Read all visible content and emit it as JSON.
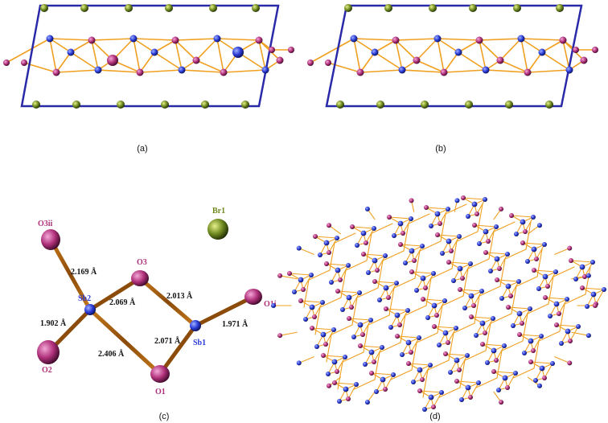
{
  "panels": [
    {
      "id": "a",
      "label": "(a)"
    },
    {
      "id": "b",
      "label": "(b)"
    },
    {
      "id": "c",
      "label": "(c)"
    },
    {
      "id": "d",
      "label": "(d)"
    }
  ],
  "atoms": {
    "br1": "Br1",
    "o3ii": "O3ii",
    "o3": "O3",
    "sb2": "Sb2",
    "sb1": "Sb1",
    "o1i": "O1i",
    "o2": "O2",
    "o1": "O1"
  },
  "distances": {
    "o3ii_sb2": "2.169 Å",
    "sb2_o3": "2.069 Å",
    "o3_sb1": "2.013 Å",
    "sb2_o2": "1.902 Å",
    "sb1_o1i": "1.971 Å",
    "sb1_o1": "2.071 Å",
    "sb2_o1": "2.406 Å"
  },
  "colors": {
    "cell": "#2a2aa8",
    "bond": "#f0a020",
    "sb": "#2b3bd6",
    "o": "#b0307a",
    "br": "#6f8a20"
  }
}
